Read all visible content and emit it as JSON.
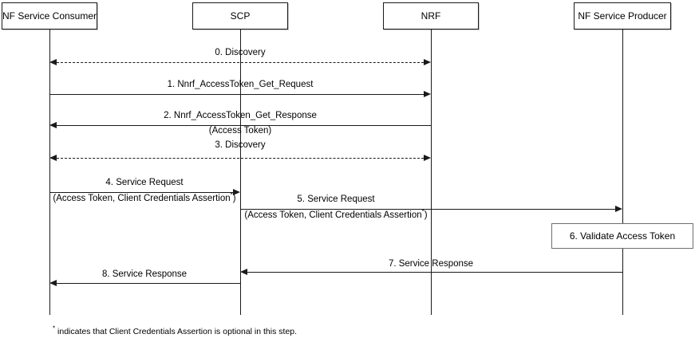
{
  "diagram": {
    "title": "NF Service Consumer / SCP / NRF / NF Service Producer access token sequence",
    "colors": {
      "line": "#1a1a1a",
      "note_border": "#6e6e6e",
      "background": "#ffffff"
    },
    "participants": [
      {
        "id": "consumer",
        "label": "NF Service Consumer"
      },
      {
        "id": "scp",
        "label": "SCP"
      },
      {
        "id": "nrf",
        "label": "NRF"
      },
      {
        "id": "producer",
        "label": "NF Service Producer"
      }
    ],
    "messages": [
      {
        "id": "m0",
        "label": "0. Discovery",
        "sublabel": "",
        "from": "consumer",
        "to": "nrf",
        "style": "dashed",
        "direction": "both"
      },
      {
        "id": "m1",
        "label": "1. Nnrf_AccessToken_Get_Request",
        "sublabel": "",
        "from": "consumer",
        "to": "nrf",
        "style": "solid",
        "direction": "right"
      },
      {
        "id": "m2",
        "label": "2. Nnrf_AccessToken_Get_Response",
        "sublabel": "(Access Token)",
        "from": "nrf",
        "to": "consumer",
        "style": "solid",
        "direction": "left"
      },
      {
        "id": "m3",
        "label": "3. Discovery",
        "sublabel": "",
        "from": "consumer",
        "to": "nrf",
        "style": "dashed",
        "direction": "both"
      },
      {
        "id": "m4",
        "label": "4. Service Request",
        "sublabel_pre": "(Access Token, Client Credentials Assertion",
        "sublabel_sup": "*",
        "sublabel_post": ")",
        "from": "consumer",
        "to": "scp",
        "style": "solid",
        "direction": "right"
      },
      {
        "id": "m5",
        "label": "5. Service Request",
        "sublabel_pre": "(Access Token, Client Credentials Assertion",
        "sublabel_sup": "*",
        "sublabel_post": ")",
        "from": "scp",
        "to": "producer",
        "style": "solid",
        "direction": "right"
      },
      {
        "id": "m7",
        "label": "7. Service Response",
        "sublabel": "",
        "from": "producer",
        "to": "scp",
        "style": "solid",
        "direction": "left"
      },
      {
        "id": "m8",
        "label": "8. Service Response",
        "sublabel": "",
        "from": "scp",
        "to": "consumer",
        "style": "solid",
        "direction": "left"
      }
    ],
    "note": {
      "id": "n6",
      "label": "6. Validate Access Token",
      "on": "producer"
    },
    "footnote": {
      "star": "*",
      "text": " indicates that Client Credentials Assertion is optional in this step."
    }
  }
}
